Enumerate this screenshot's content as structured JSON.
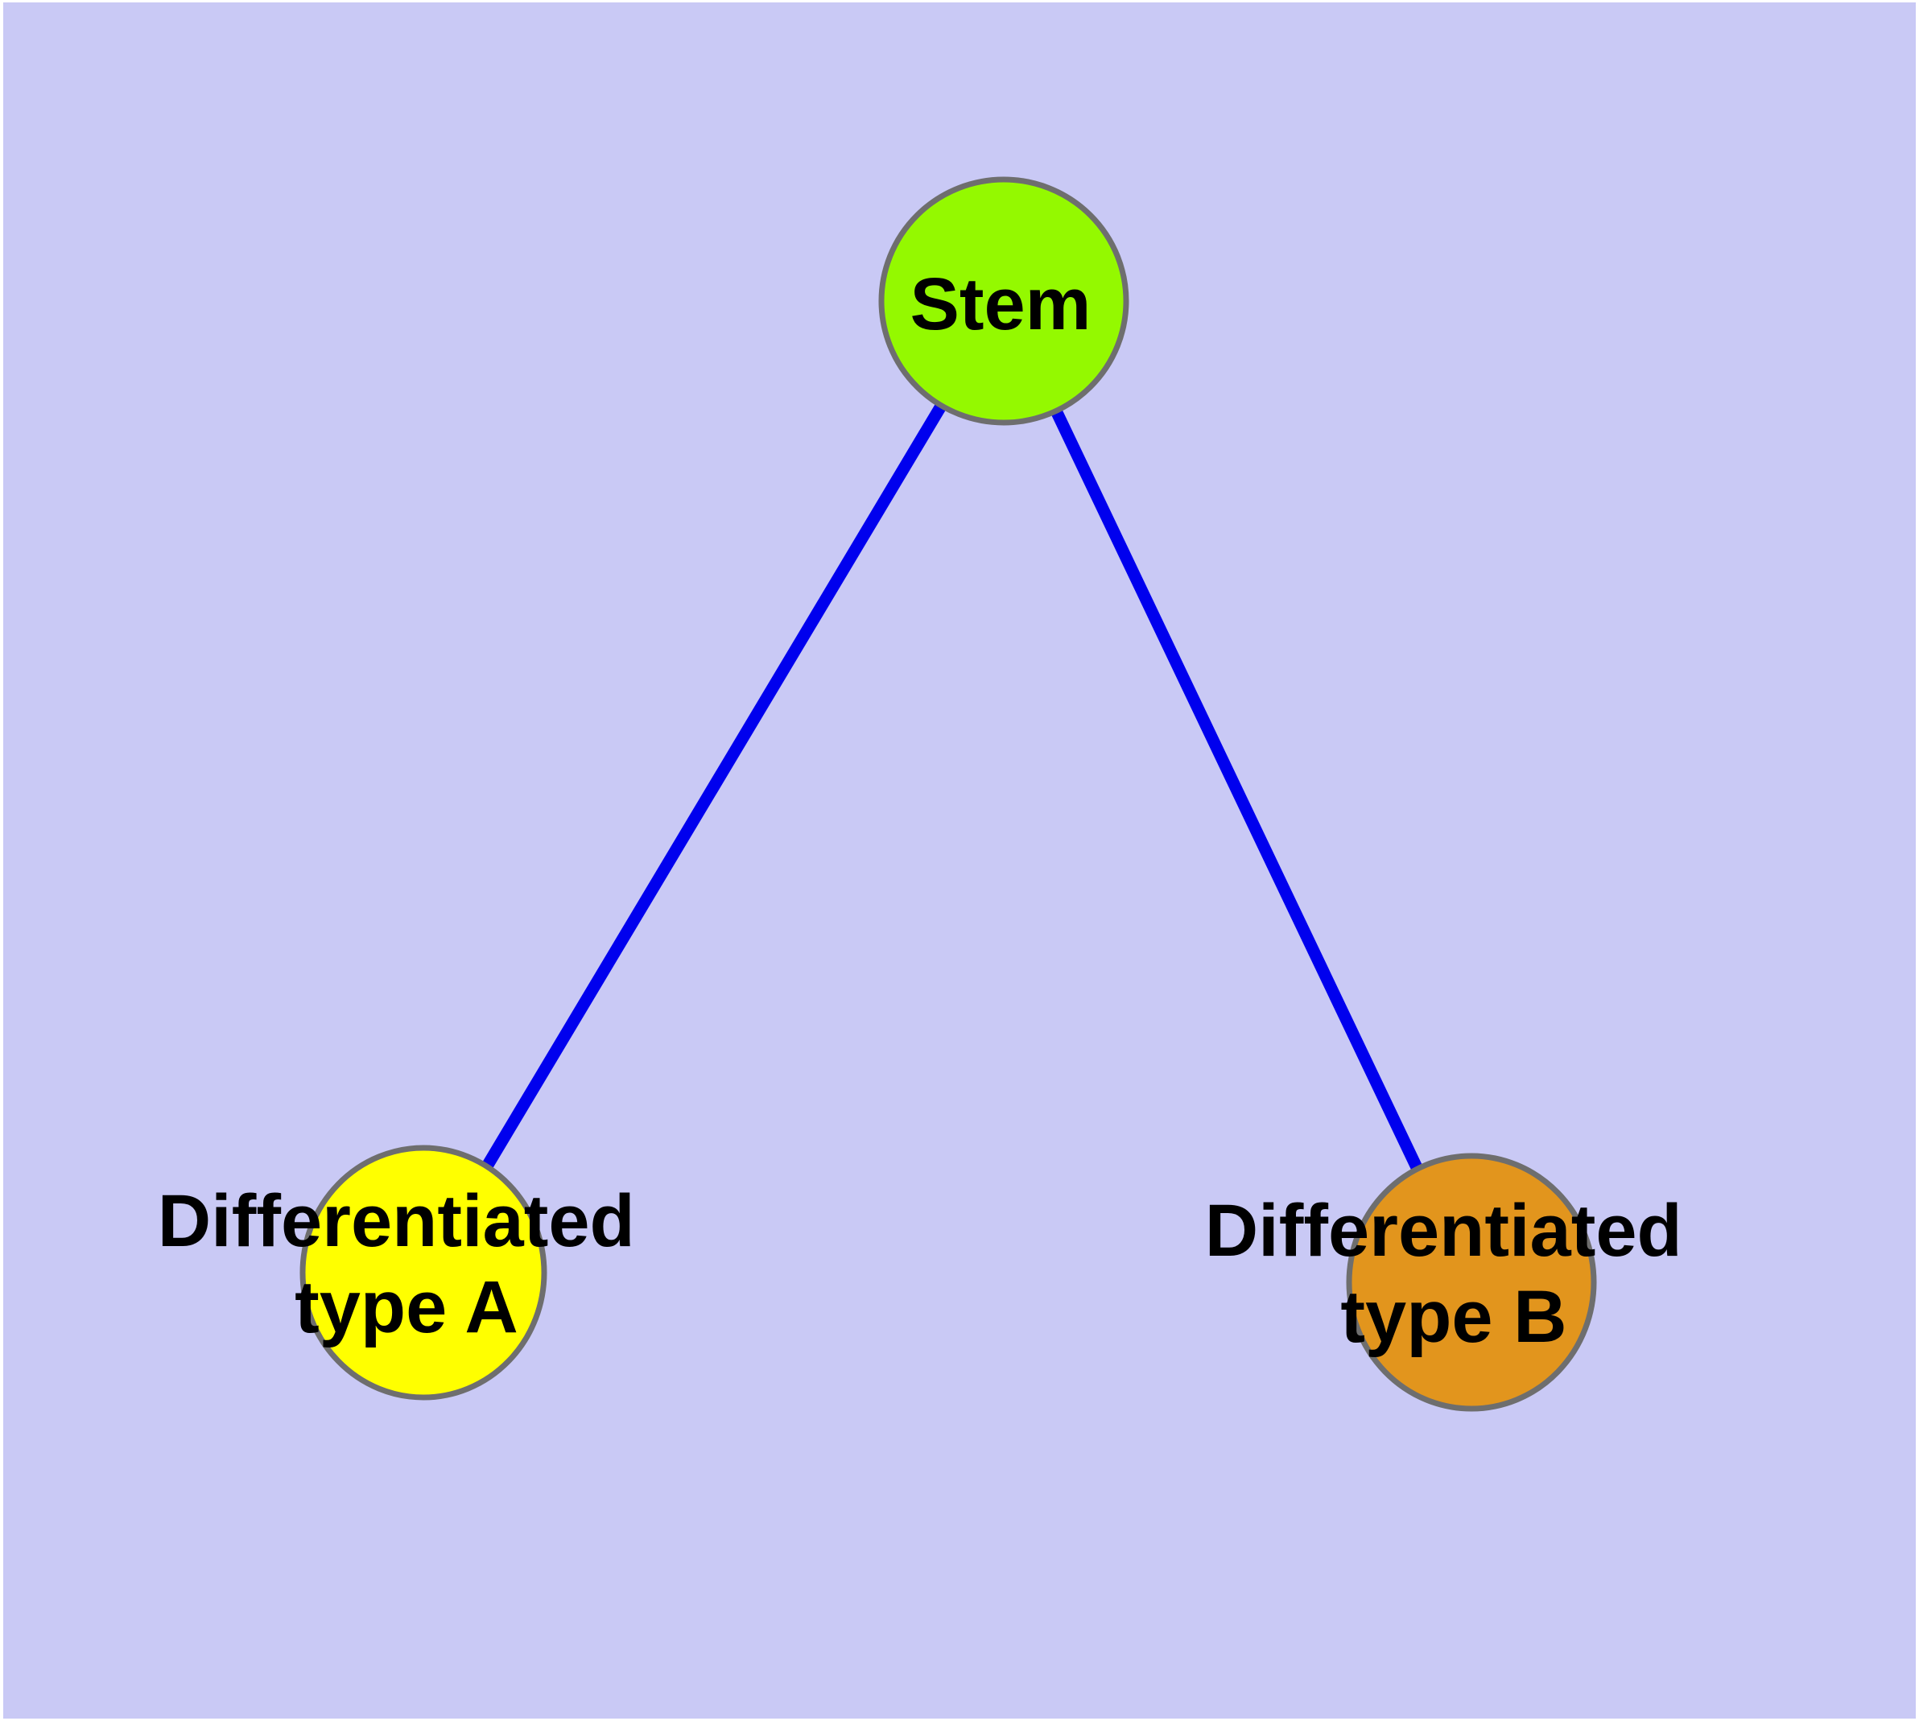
{
  "graph": {
    "type": "tree-diagram",
    "title": "Stem cell differentiation diagram",
    "background_color": "#C9C9F5",
    "frame_color": "#FFFFFF",
    "edge_color": "#0000EE",
    "text_color": "#000000",
    "node_border_color": "#6E6E6E",
    "nodes": [
      {
        "id": "stem",
        "label": "Stem",
        "lines": [
          "Stem"
        ],
        "fill": "#94F900",
        "border": "#6E6E6E"
      },
      {
        "id": "differentiated-type-a",
        "label": "Differentiated type A",
        "lines": [
          "Differentiated",
          "type A"
        ],
        "fill": "#FFFF00",
        "border": "#6E6E6E"
      },
      {
        "id": "differentiated-type-b",
        "label": "Differentiated type B",
        "lines": [
          "Differentiated",
          "type B"
        ],
        "fill": "#E2951D",
        "border": "#6E6E6E"
      }
    ],
    "edges": [
      {
        "from": "Stem",
        "to": "Differentiated type A"
      },
      {
        "from": "Stem",
        "to": "Differentiated type B"
      }
    ]
  }
}
